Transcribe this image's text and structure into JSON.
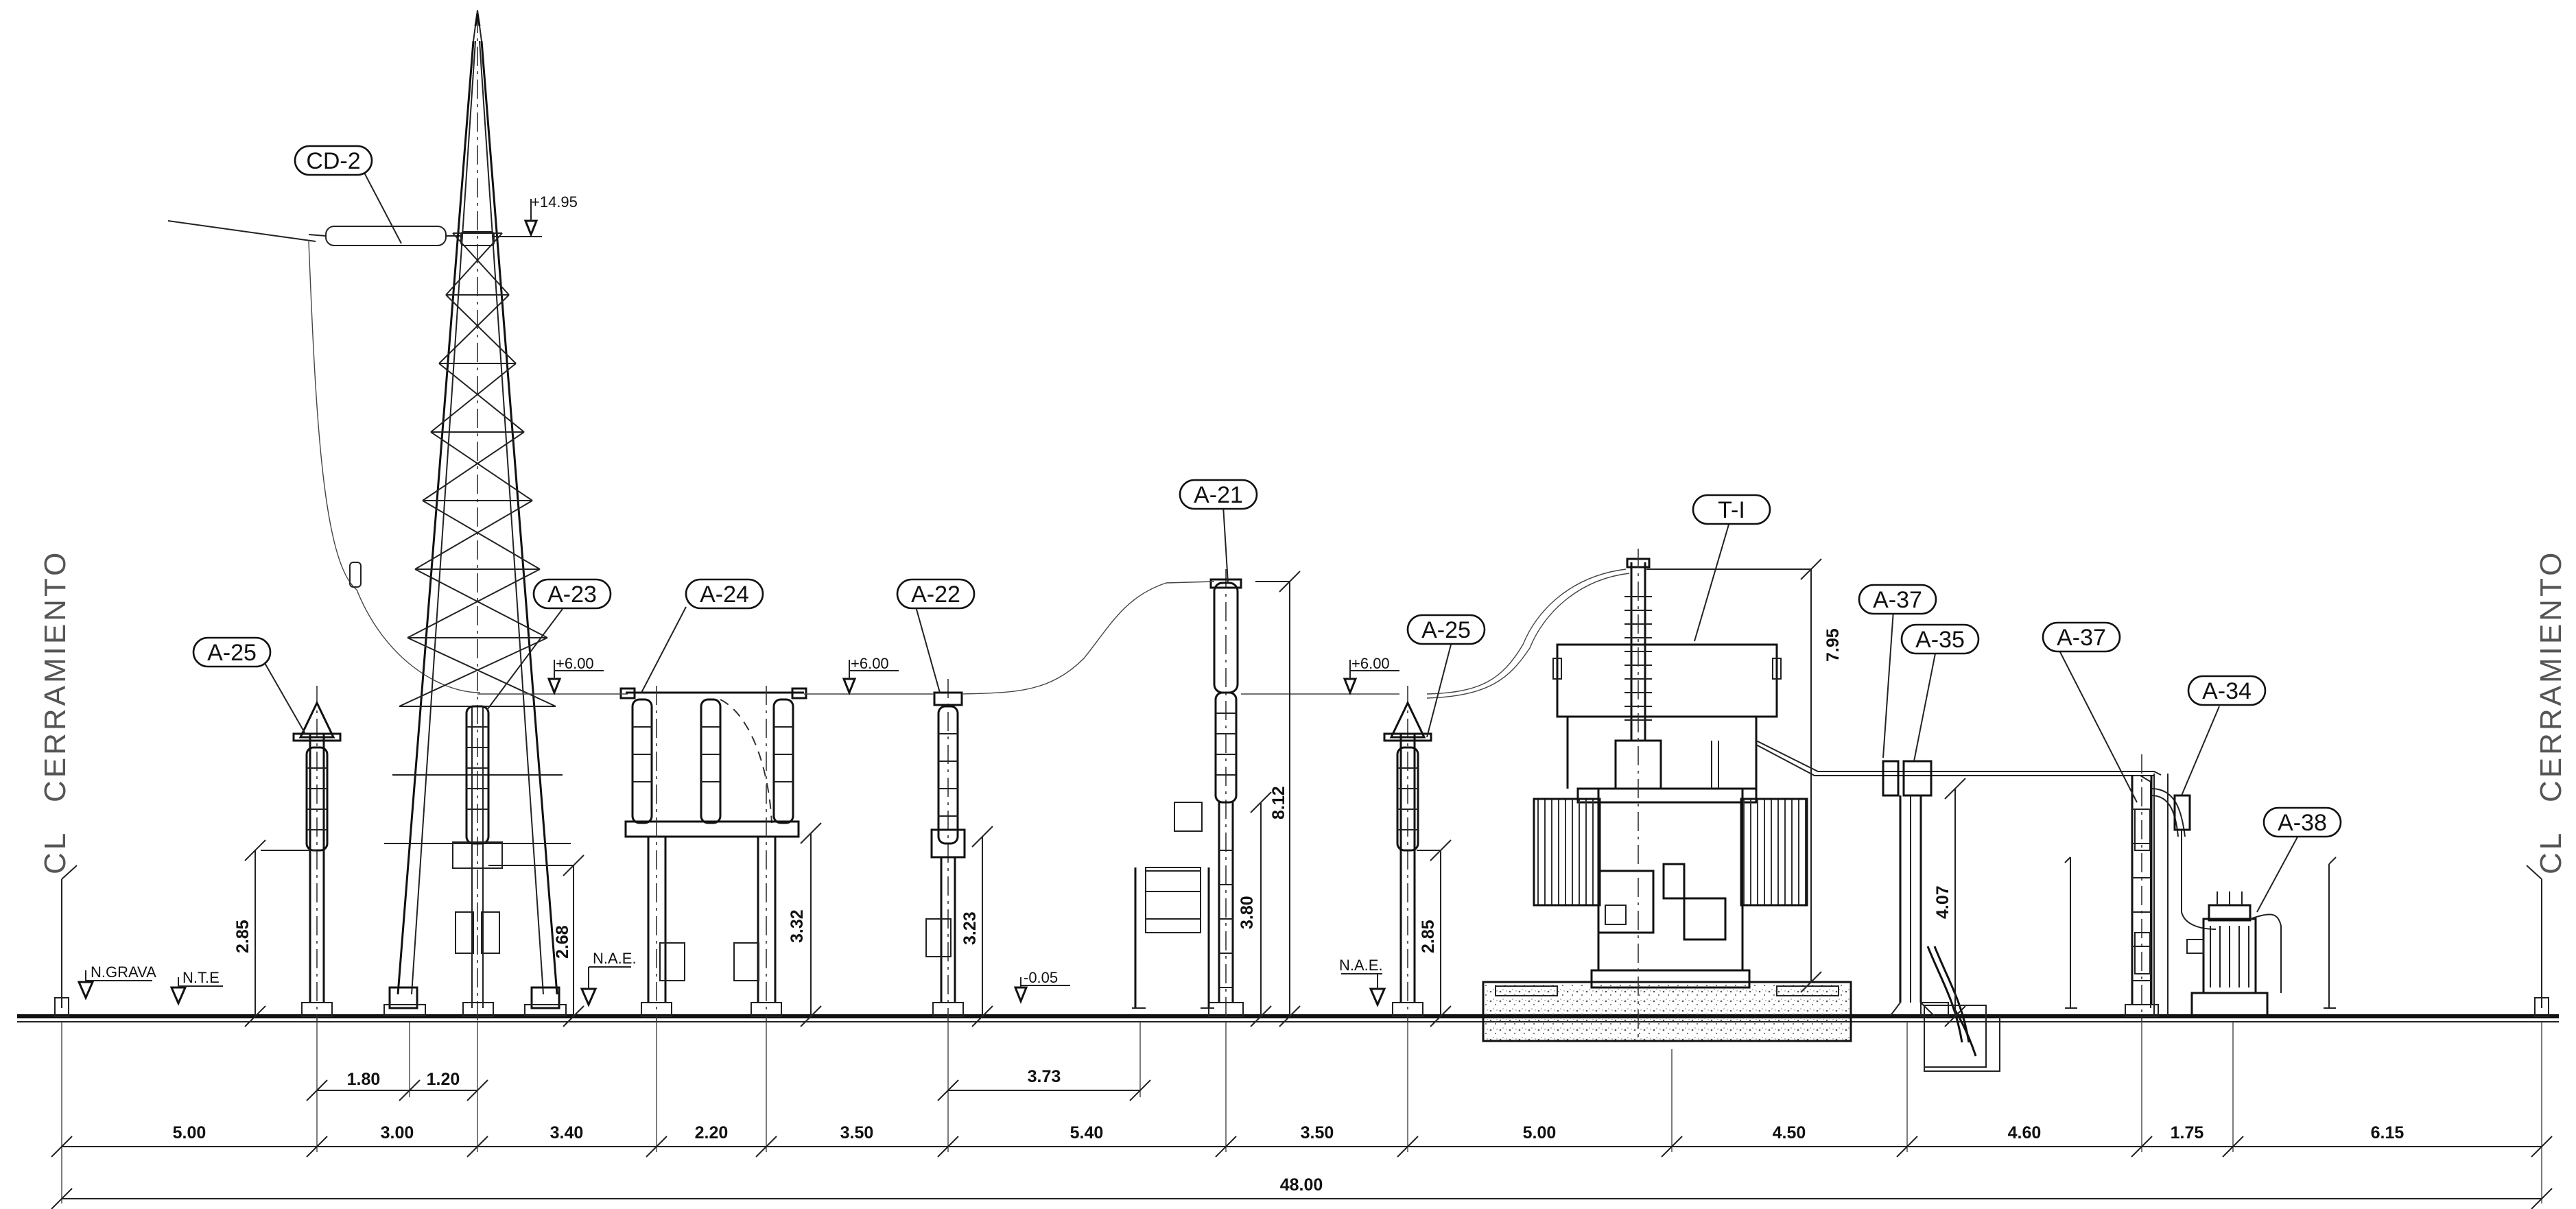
{
  "side_labels": {
    "left": "CERRAMIENTO",
    "right": "CERRAMIENTO",
    "centerline": "CL"
  },
  "equipment_tags": {
    "cd2": "CD-2",
    "a25_left": "A-25",
    "a23": "A-23",
    "a24": "A-24",
    "a22": "A-22",
    "a21": "A-21",
    "a25_right": "A-25",
    "t1": "T-I",
    "a37_left": "A-37",
    "a35": "A-35",
    "a37_right": "A-37",
    "a34": "A-34",
    "a38": "A-38"
  },
  "levels": {
    "tower_top": "+14.95",
    "bus_1": "+6.00",
    "bus_2": "+6.00",
    "bus_3": "+6.00",
    "trench": "-0.05",
    "n_grava": "N.GRAVA",
    "nte": "N.T.E",
    "nae_1": "N.A.E.",
    "nae_2": "N.A.E."
  },
  "vertical_dims": {
    "v285_left": "2.85",
    "v268": "2.68",
    "v332": "3.32",
    "v323": "3.23",
    "v380": "3.80",
    "v812": "8.12",
    "v285_right": "2.85",
    "v795": "7.95",
    "v407": "4.07"
  },
  "horizontal_dims": {
    "sub_180": "1.80",
    "sub_120": "1.20",
    "sub_373": "3.73",
    "chain": [
      "5.00",
      "3.00",
      "3.40",
      "2.20",
      "3.50",
      "5.40",
      "3.50",
      "5.00",
      "4.50",
      "4.60",
      "1.75",
      "6.15"
    ],
    "total": "48.00"
  }
}
